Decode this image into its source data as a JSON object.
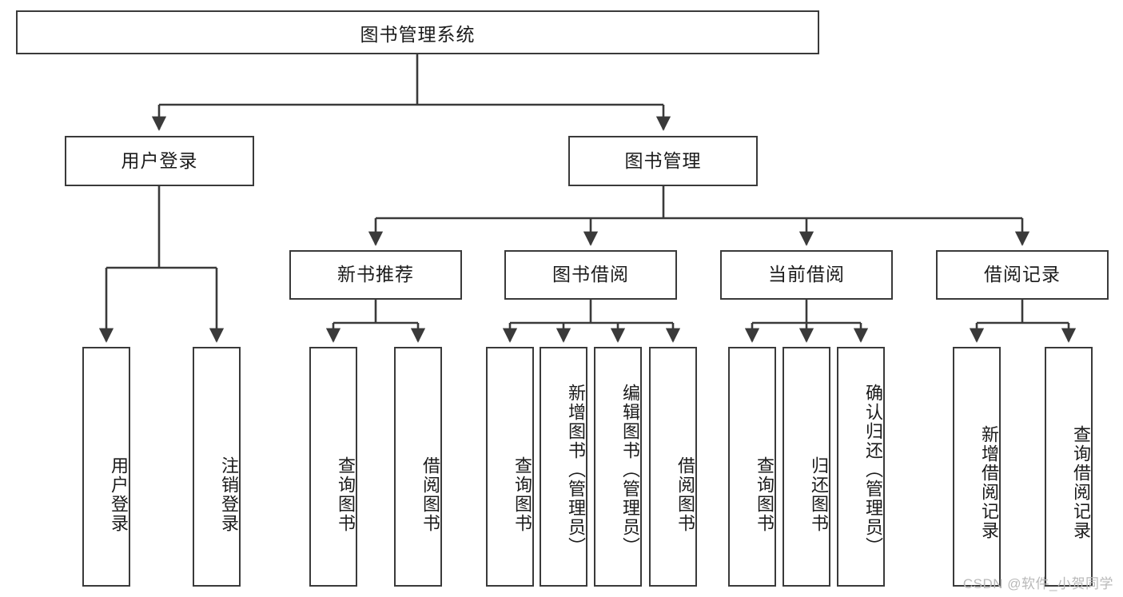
{
  "diagram": {
    "title": "图书管理系统",
    "watermark": "CSDN @软件_小贺同学",
    "accent_color": "#3a3a3a",
    "background_color": "#ffffff",
    "text_color": "#1b1b1b",
    "root": {
      "label": "图书管理系统"
    },
    "level2": [
      {
        "label": "用户登录"
      },
      {
        "label": "图书管理"
      }
    ],
    "level3": [
      {
        "label": "新书推荐"
      },
      {
        "label": "图书借阅"
      },
      {
        "label": "当前借阅"
      },
      {
        "label": "借阅记录"
      }
    ],
    "leaves": {
      "user_login": [
        {
          "label": "用户登录"
        },
        {
          "label": "注销登录"
        }
      ],
      "new_book": [
        {
          "label": "查询图书"
        },
        {
          "label": "借阅图书"
        }
      ],
      "book_borrow": [
        {
          "label": "查询图书"
        },
        {
          "label": "新增图书（管理员）"
        },
        {
          "label": "编辑图书（管理员）"
        },
        {
          "label": "借阅图书"
        }
      ],
      "current_borrow": [
        {
          "label": "查询图书"
        },
        {
          "label": "归还图书"
        },
        {
          "label": "确认归还（管理员）"
        }
      ],
      "borrow_record": [
        {
          "label": "新增借阅记录"
        },
        {
          "label": "查询借阅记录"
        }
      ]
    }
  }
}
